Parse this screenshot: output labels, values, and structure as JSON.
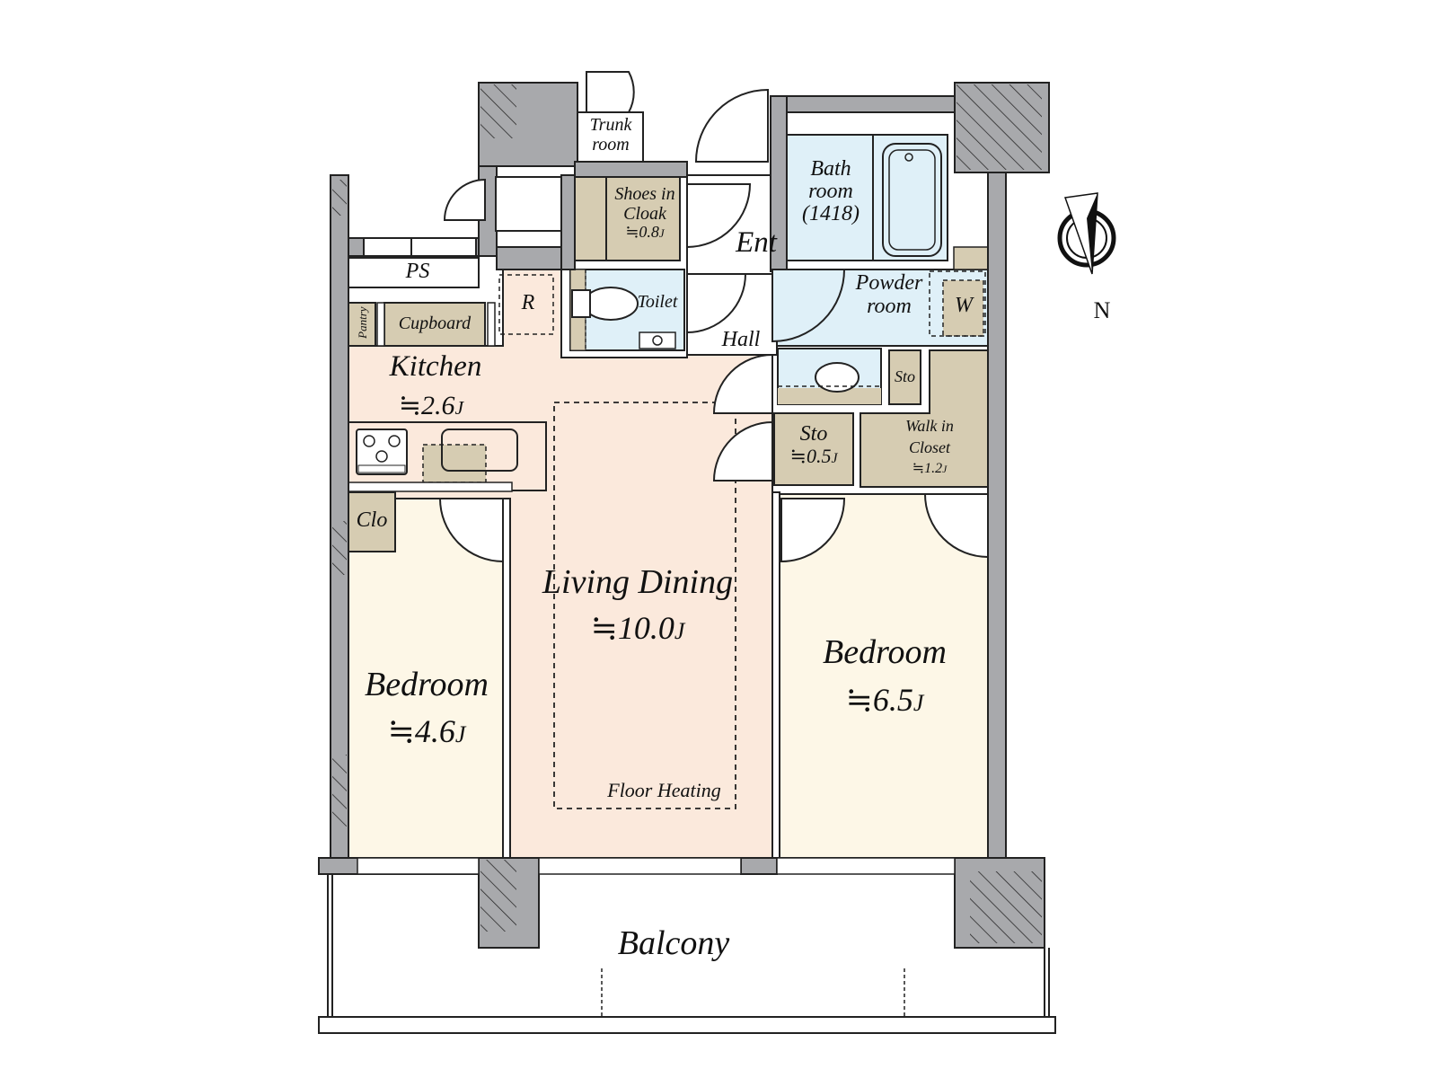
{
  "plan": {
    "title": "Floor plan",
    "colors": {
      "wall": "#a8a9ac",
      "wall_stroke": "#222222",
      "kitchen_living": "#fbe9dc",
      "bedroom": "#fdf7e7",
      "wet_area": "#dff0f8",
      "storage": "#d6ccb2",
      "white": "#ffffff"
    },
    "rooms": {
      "trunk_room": {
        "line1": "Trunk",
        "line2": "room"
      },
      "shoes_in_cloak": {
        "line1": "Shoes in",
        "line2": "Cloak",
        "area": "≒0.8",
        "unit": "J"
      },
      "entrance": {
        "label": "Ent"
      },
      "bath_room": {
        "line1": "Bath",
        "line2": "room",
        "line3": "(1418)"
      },
      "ps": {
        "label": "PS"
      },
      "refrigerator": {
        "label": "R"
      },
      "toilet": {
        "label": "Toilet"
      },
      "pantry": {
        "label": "Pantry"
      },
      "cupboard": {
        "label": "Cupboard"
      },
      "kitchen": {
        "label": "Kitchen",
        "area": "≒2.6",
        "unit": "J"
      },
      "hall": {
        "label": "Hall"
      },
      "powder_room": {
        "line1": "Powder",
        "line2": "room"
      },
      "washer": {
        "label": "W"
      },
      "storage_small": {
        "label": "Sto"
      },
      "storage": {
        "label": "Sto",
        "area": "≒0.5",
        "unit": "J"
      },
      "walk_in_closet": {
        "line1": "Walk in",
        "line2": "Closet",
        "area": "≒1.2",
        "unit": "J"
      },
      "closet": {
        "label": "Clo"
      },
      "living_dining": {
        "label": "Living Dining",
        "area": "≒10.0",
        "unit": "J"
      },
      "floor_heating": {
        "label": "Floor Heating"
      },
      "bedroom_west": {
        "label": "Bedroom",
        "area": "≒4.6",
        "unit": "J"
      },
      "bedroom_east": {
        "label": "Bedroom",
        "area": "≒6.5",
        "unit": "J"
      },
      "balcony": {
        "label": "Balcony"
      }
    },
    "compass": {
      "label": "N"
    }
  }
}
